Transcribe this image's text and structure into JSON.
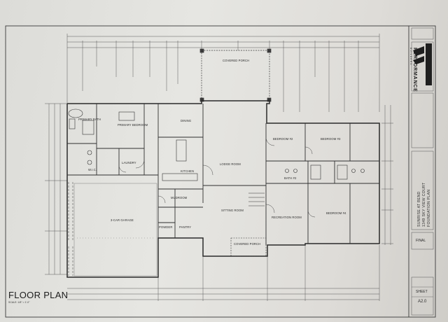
{
  "plan_title": "FLOOR PLAN",
  "scale_note": "SCALE: 1/8\" = 1'-0\"",
  "rooms": {
    "primary_bath": "PRIMARY BATH",
    "primary_bedroom": "PRIMARY BEDROOM",
    "wic": "W.I.C.",
    "laundry": "LAUNDRY",
    "dining": "DINING",
    "kitchen": "KITCHEN",
    "lodge_room": "LODGE ROOM",
    "covered_porch_rear": "COVERED PORCH",
    "bedroom_2": "BEDROOM #2",
    "bedroom_3": "BEDROOM #3",
    "bedroom_4": "BEDROOM #4",
    "bath_2": "BATH #2",
    "recreation_room": "RECREATION ROOM",
    "sitting_room": "SITTING ROOM",
    "mudroom": "MUDROOM",
    "powder": "POWDER",
    "pantry": "PANTRY",
    "garage": "3-CAR GARAGE",
    "covered_porch_front": "COVERED PORCH"
  },
  "title_block": {
    "brand": "PERFORMANCE",
    "brand_sub": "BUILDERS",
    "project_vertical_1": "SUNRISE AT BEND",
    "project_vertical_2": "1349 SKY VIEW COURT",
    "project_vertical_3": "FOUNDATION PLAN",
    "status": "FINAL",
    "sheet_label": "SHEET",
    "sheet_number": "A2.0"
  }
}
